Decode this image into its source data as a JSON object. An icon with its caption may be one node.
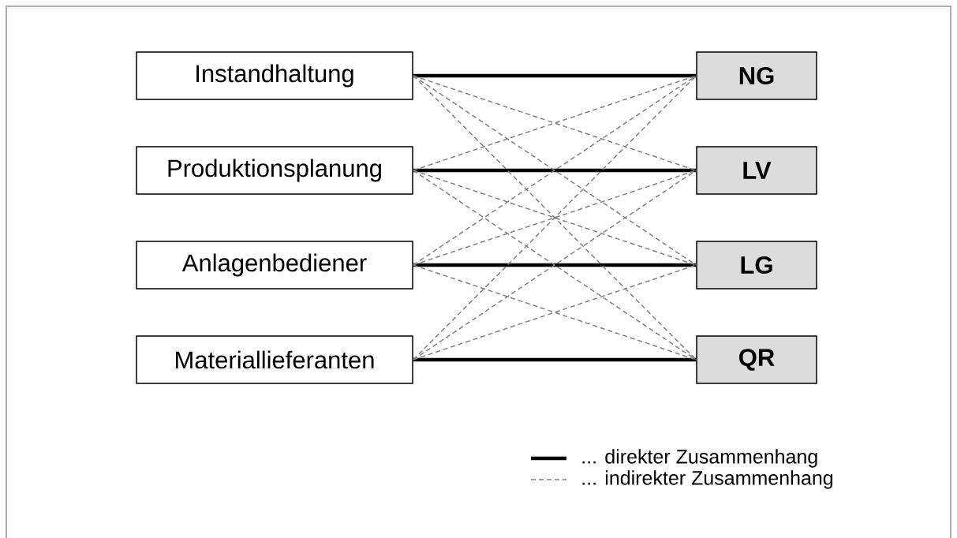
{
  "diagram": {
    "nodes": [
      {
        "text": [
          "Instandhaltung"
        ]
      },
      {
        "text": [
          "Produktionsplanung"
        ]
      },
      {
        "text": [
          "Anlagenbediener"
        ]
      },
      {
        "text": [
          "Materiallieferanten"
        ]
      },
      {
        "text": [
          "NG"
        ]
      },
      {
        "text": [
          "LV"
        ]
      },
      {
        "text": [
          "LG"
        ]
      },
      {
        "text": [
          "QR"
        ]
      }
    ],
    "edges": [
      {
        "from": 0,
        "to": 4,
        "arrow": "none",
        "style": "thick",
        "color": "#000000"
      },
      {
        "from": 1,
        "to": 5,
        "arrow": "none",
        "style": "thick",
        "color": "#000000"
      },
      {
        "from": 2,
        "to": 6,
        "arrow": "none",
        "style": "thick",
        "color": "#000000"
      },
      {
        "from": 3,
        "to": 7,
        "arrow": "none",
        "style": "thick",
        "color": "#000000"
      },
      {
        "from": 0,
        "to": 5,
        "arrow": "none",
        "style": "dashed"
      },
      {
        "from": 0,
        "to": 6,
        "arrow": "none",
        "style": "dashed"
      },
      {
        "from": 0,
        "to": 7,
        "arrow": "none",
        "style": "dashed"
      },
      {
        "from": 1,
        "to": 4,
        "arrow": "none",
        "style": "dashed"
      },
      {
        "from": 1,
        "to": 6,
        "arrow": "none",
        "style": "dashed"
      },
      {
        "from": 1,
        "to": 7,
        "arrow": "none",
        "style": "dashed"
      },
      {
        "from": 2,
        "to": 4,
        "arrow": "none",
        "style": "dashed"
      },
      {
        "from": 2,
        "to": 5,
        "arrow": "none",
        "style": "dashed"
      },
      {
        "from": 2,
        "to": 7,
        "arrow": "none",
        "style": "dashed"
      },
      {
        "from": 3,
        "to": 4,
        "arrow": "none",
        "style": "dashed"
      },
      {
        "from": 3,
        "to": 5,
        "arrow": "none",
        "style": "dashed"
      },
      {
        "from": 3,
        "to": 6,
        "arrow": "none",
        "style": "dashed"
      }
    ],
    "legend": [
      {
        "text": "... direkter Zusammenhang"
      },
      {
        "text": "... indirekter Zusammenhang"
      }
    ]
  }
}
